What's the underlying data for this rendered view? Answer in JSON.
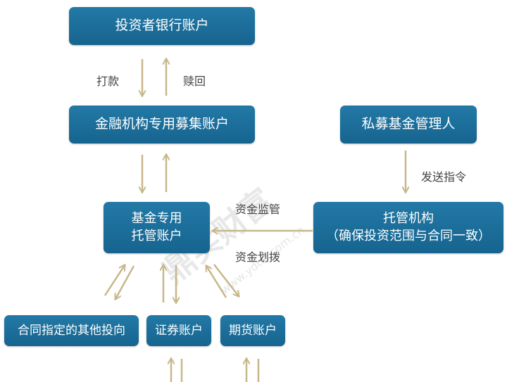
{
  "nodes": {
    "investor_bank": "投资者银行账户",
    "raise_account": "金融机构专用募集账户",
    "manager": "私募基金管理人",
    "custody_account_l1": "基金专用",
    "custody_account_l2": "托管账户",
    "custodian_l1": "托管机构",
    "custodian_l2": "（确保投资范围与合同一致）",
    "other_investment": "合同指定的其他投向",
    "securities": "证券账户",
    "futures": "期货账户"
  },
  "edges": {
    "pay": "打款",
    "redeem": "赎回",
    "send_instruction": "发送指令",
    "fund_supervision": "资金监管",
    "fund_transfer": "资金划拨"
  },
  "watermark": {
    "brand": "鼎实财富",
    "url": "www.ydtcf.com.cn"
  },
  "colors": {
    "box": "#1d6f9a",
    "arrow": "#c7b78a",
    "text": "#444444"
  }
}
